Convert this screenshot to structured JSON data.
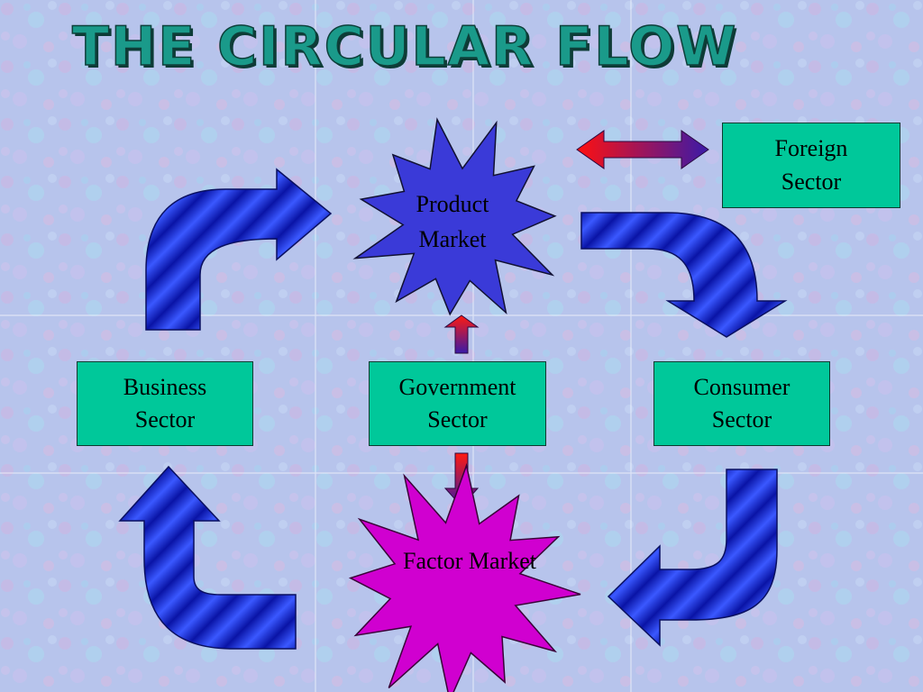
{
  "title": "The Circular Flow",
  "markets": {
    "product": [
      "Product",
      "Market"
    ],
    "factor": "Factor Market"
  },
  "sectors": {
    "business": [
      "Business",
      "Sector"
    ],
    "government": [
      "Government",
      "Sector"
    ],
    "consumer": [
      "Consumer",
      "Sector"
    ],
    "foreign": [
      "Foreign",
      "Sector"
    ]
  },
  "colors": {
    "sector_fill": "#00c89a",
    "product_star": "#3a3ad8",
    "factor_star": "#d000d0",
    "flow_arrow": "#1c2ccc",
    "title": "#1a9a8a"
  }
}
